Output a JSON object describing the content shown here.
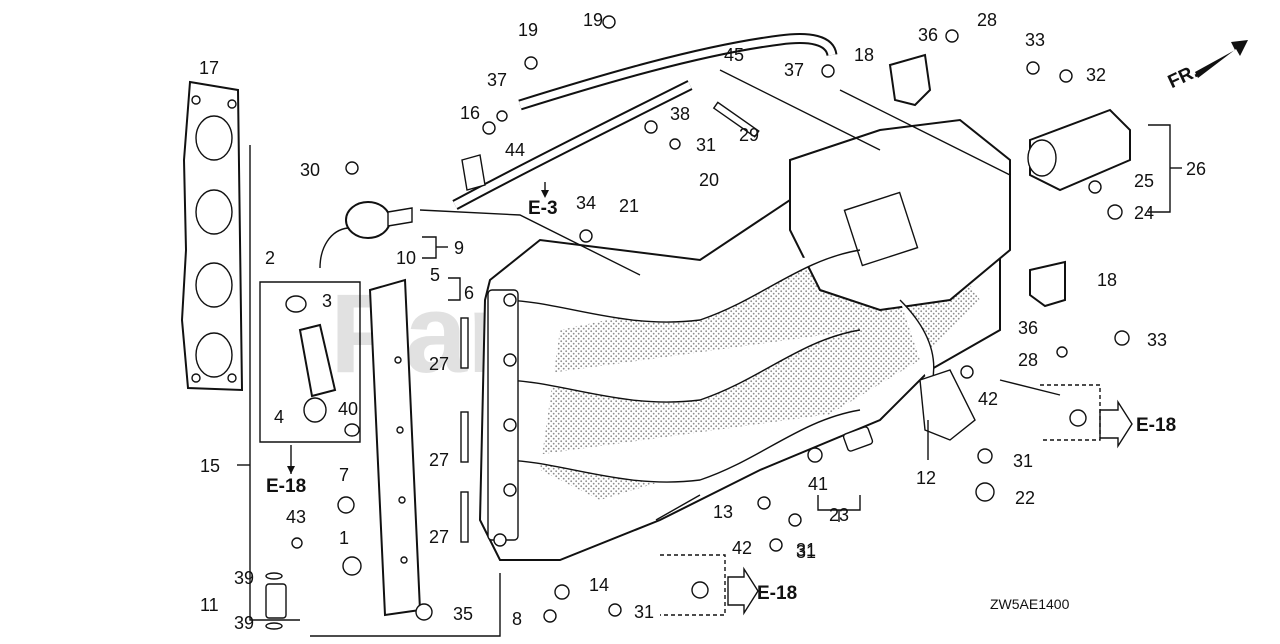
{
  "diagram": {
    "watermark": "PartsTree",
    "drawing_code": "ZW5AE1400",
    "direction_label": "FR.",
    "callouts": [
      "17",
      "19",
      "19",
      "28",
      "36",
      "33",
      "18",
      "45",
      "37",
      "37",
      "32",
      "16",
      "38",
      "29",
      "30",
      "44",
      "31",
      "20",
      "25",
      "26",
      "24",
      "21",
      "34",
      "10",
      "9",
      "2",
      "3",
      "5",
      "6",
      "18",
      "36",
      "33",
      "28",
      "27",
      "42",
      "40",
      "4",
      "27",
      "31",
      "15",
      "12",
      "22",
      "7",
      "41",
      "43",
      "13",
      "31",
      "23",
      "1",
      "42",
      "31",
      "27",
      "39",
      "14",
      "11",
      "8",
      "31",
      "35",
      "39"
    ],
    "references": [
      "E-3",
      "E-18",
      "E-18",
      "E-18"
    ]
  }
}
